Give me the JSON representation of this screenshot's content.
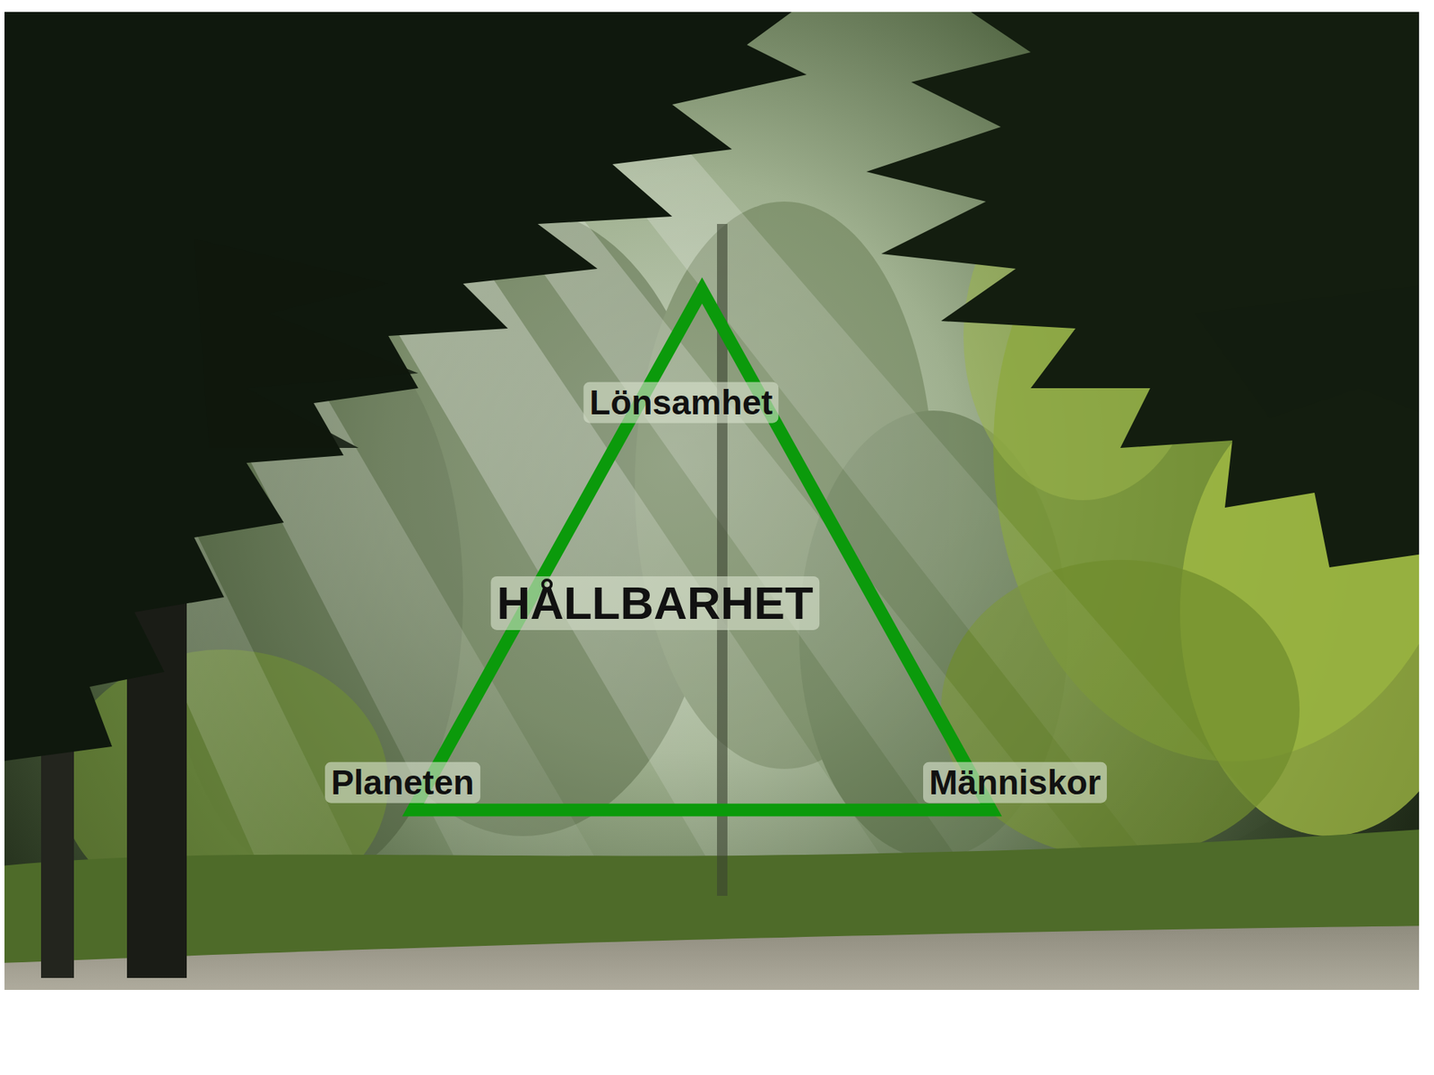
{
  "diagram": {
    "nodes": [
      {
        "text": [
          "HÅLLBARHET"
        ]
      }
    ],
    "labels": [
      "Lönsamhet",
      "Planeten",
      "Människor"
    ]
  }
}
